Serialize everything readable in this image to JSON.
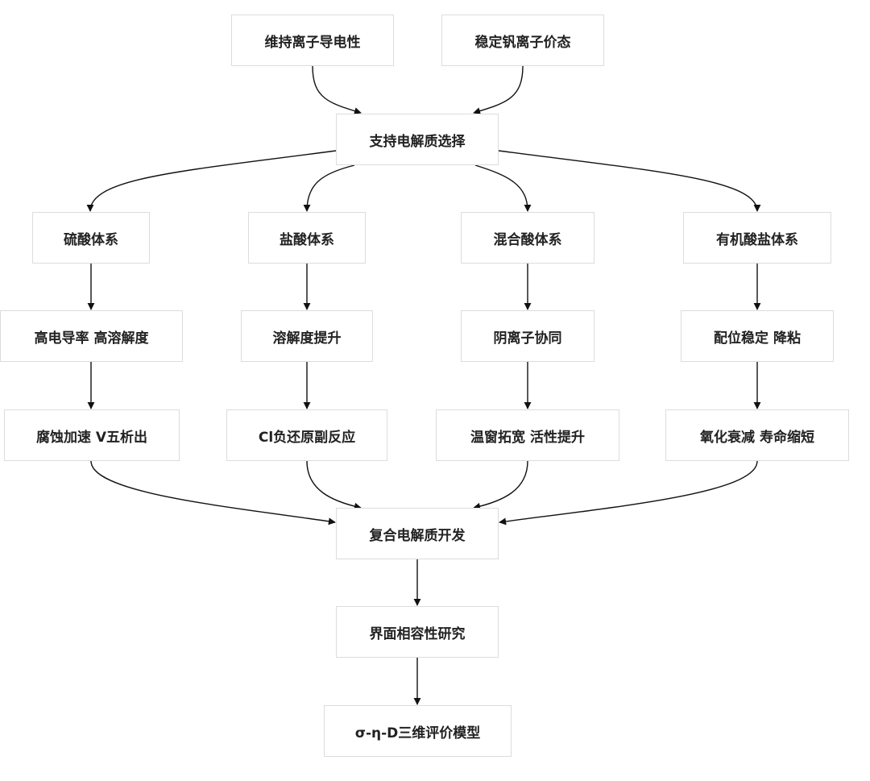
{
  "nodes": {
    "ion_conductivity": "维持离子导电性",
    "valence_stability": "稳定钒离子价态",
    "supporting_electrolyte": "支持电解质选择",
    "sulfuric": "硫酸体系",
    "hydrochloric": "盐酸体系",
    "mixed_acid": "混合酸体系",
    "organic_salt": "有机酸盐体系",
    "sulfuric_pro": "高电导率 高溶解度",
    "hydrochloric_pro": "溶解度提升",
    "mixed_pro": "阴离子协同",
    "organic_pro": "配位稳定 降粘",
    "sulfuric_con": "腐蚀加速 V五析出",
    "hydrochloric_con": "Cl负还原副反应",
    "mixed_con": "温窗拓宽 活性提升",
    "organic_con": "氧化衰减 寿命缩短",
    "composite": "复合电解质开发",
    "interface": "界面相容性研究",
    "model": "σ-η-D三维评价模型"
  },
  "colors": {
    "node_border": "#dcdcdc",
    "node_fill": "#ffffff",
    "text": "#222222",
    "edge": "#111111"
  }
}
